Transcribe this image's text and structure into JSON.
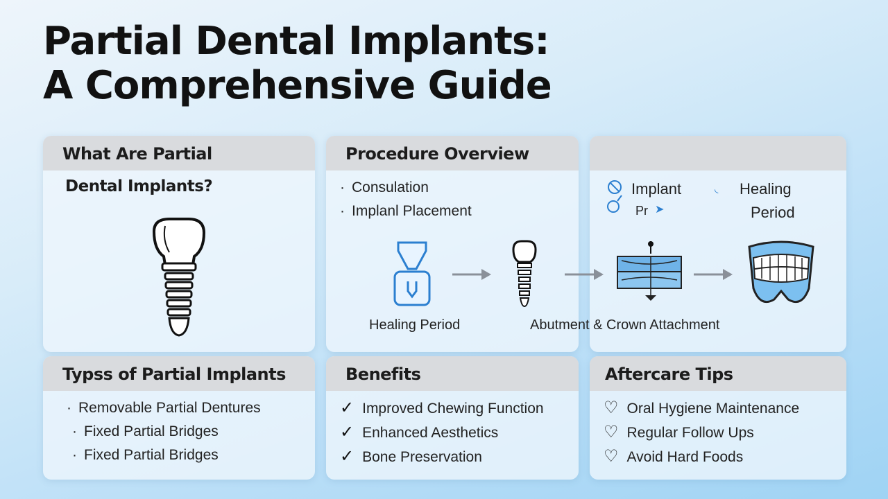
{
  "title": {
    "line1": "Partial Dental Implants:",
    "line2": "A Comprehensive Guide"
  },
  "what": {
    "heading": "What Are Partial",
    "heading2": "Dental Implants?"
  },
  "procedure": {
    "heading": "Procedure Overview",
    "steps": [
      "Consulation",
      "Implanl Placement"
    ],
    "label_left": "Healing Period",
    "label_right": "Abutment & Crown Attachment"
  },
  "legend": {
    "implant": "Implant",
    "implant_sub": "Pr",
    "healing": "Healing",
    "healing_sub": "Period"
  },
  "types": {
    "heading": "Typss of Partial Implants",
    "items": [
      "Removable Partial Dentures",
      "Fixed Partial Bridges",
      "Fixed Partial Bridges"
    ]
  },
  "benefits": {
    "heading": "Benefits",
    "items": [
      "Improved Chewing Function",
      "Enhanced Aesthetics",
      "Bone Preservation"
    ]
  },
  "aftercare": {
    "heading": "Aftercare Tips",
    "items": [
      "Oral Hygiene Maintenance",
      "Regular Follow Ups",
      "Avoid Hard Foods"
    ]
  },
  "colors": {
    "accent": "#2b7fd0",
    "header_bg": "#d9dbde"
  },
  "icons": [
    "implant-icon",
    "arrow-icon",
    "bone-graft-icon",
    "teeth-icon",
    "check-icon",
    "heart-icon"
  ]
}
